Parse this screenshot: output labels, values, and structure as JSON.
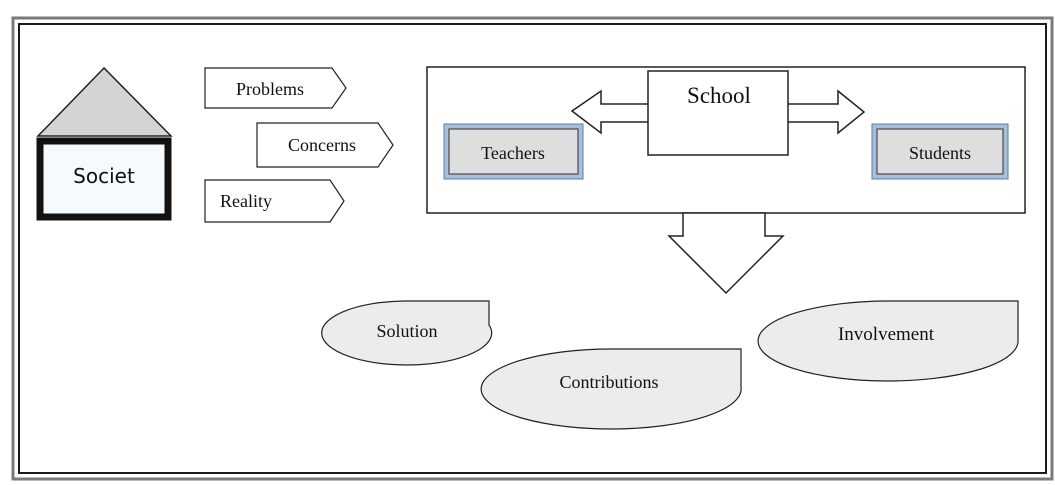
{
  "diagram": {
    "society_label": "Societ",
    "tags": {
      "problems": "Problems",
      "concerns": "Concerns",
      "reality": "Reality"
    },
    "school_label": "School",
    "teachers_label": "Teachers",
    "students_label": "Students",
    "outcomes": {
      "solution": "Solution",
      "contributions": "Contributions",
      "involvement": "Involvement"
    }
  }
}
